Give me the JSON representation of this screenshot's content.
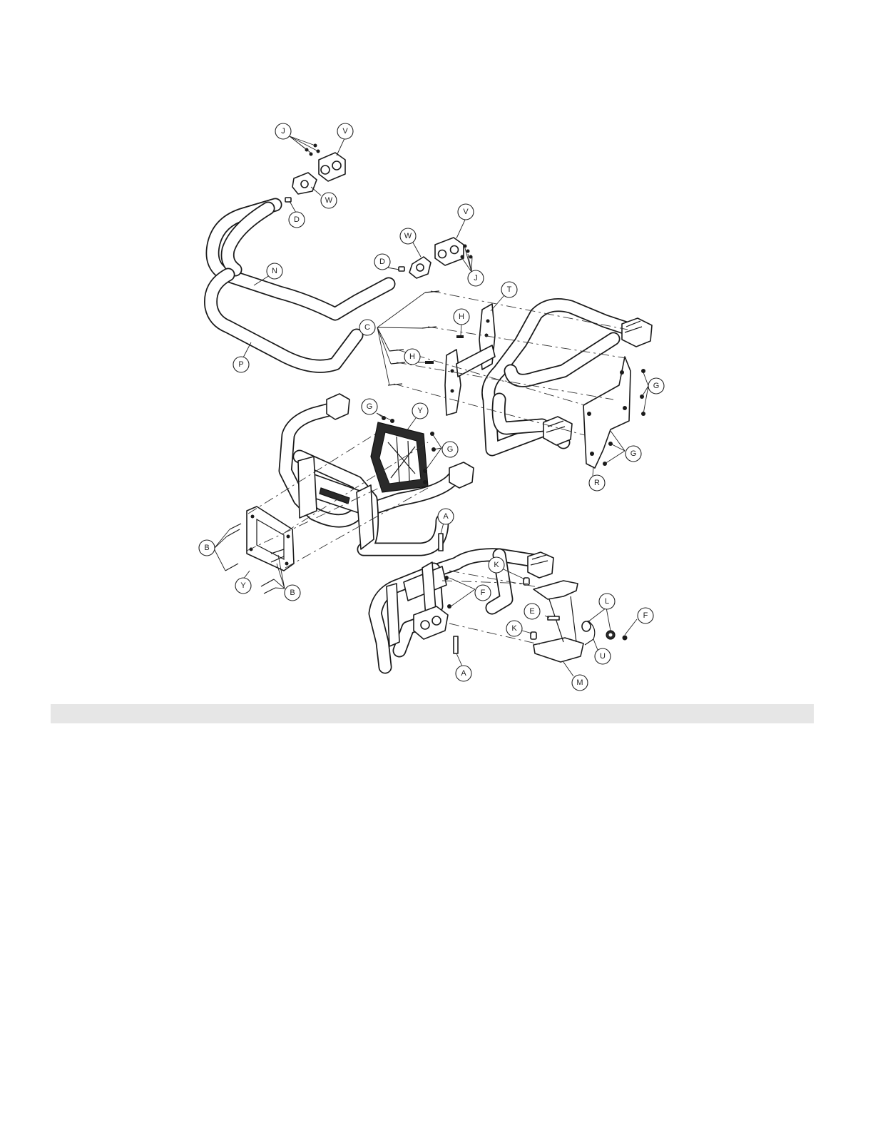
{
  "diagram": {
    "type": "exploded-parts-view",
    "callouts": [
      {
        "id": "J-top",
        "letter": "J"
      },
      {
        "id": "V-top",
        "letter": "V"
      },
      {
        "id": "W-top",
        "letter": "W"
      },
      {
        "id": "D-top",
        "letter": "D"
      },
      {
        "id": "N",
        "letter": "N"
      },
      {
        "id": "P",
        "letter": "P"
      },
      {
        "id": "V-mid",
        "letter": "V"
      },
      {
        "id": "W-mid",
        "letter": "W"
      },
      {
        "id": "D-mid",
        "letter": "D"
      },
      {
        "id": "J-mid",
        "letter": "J"
      },
      {
        "id": "T",
        "letter": "T"
      },
      {
        "id": "H-1",
        "letter": "H"
      },
      {
        "id": "C",
        "letter": "C"
      },
      {
        "id": "H-2",
        "letter": "H"
      },
      {
        "id": "G-right-1",
        "letter": "G"
      },
      {
        "id": "G-right-2",
        "letter": "G"
      },
      {
        "id": "R",
        "letter": "R"
      },
      {
        "id": "G-left-1",
        "letter": "G"
      },
      {
        "id": "Y-top",
        "letter": "Y"
      },
      {
        "id": "G-left-2",
        "letter": "G"
      },
      {
        "id": "A-top",
        "letter": "A"
      },
      {
        "id": "B-left",
        "letter": "B"
      },
      {
        "id": "Y-bottom",
        "letter": "Y"
      },
      {
        "id": "B-bottom",
        "letter": "B"
      },
      {
        "id": "K-top",
        "letter": "K"
      },
      {
        "id": "F-mid",
        "letter": "F"
      },
      {
        "id": "L",
        "letter": "L"
      },
      {
        "id": "E",
        "letter": "E"
      },
      {
        "id": "F-right",
        "letter": "F"
      },
      {
        "id": "K-bottom",
        "letter": "K"
      },
      {
        "id": "U",
        "letter": "U"
      },
      {
        "id": "A-bottom",
        "letter": "A"
      },
      {
        "id": "M",
        "letter": "M"
      }
    ]
  },
  "footer": {
    "text": ""
  }
}
